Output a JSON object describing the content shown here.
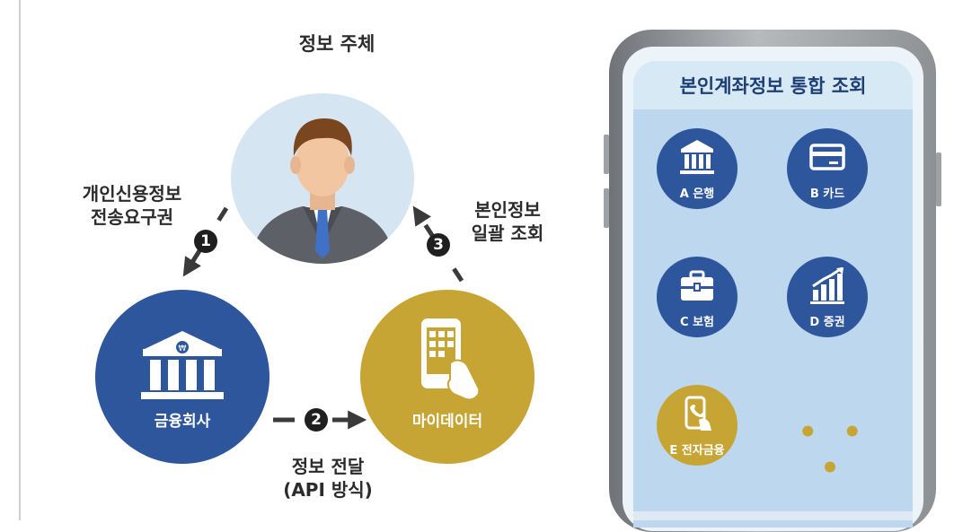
{
  "diagram": {
    "subject_label": "정보 주체",
    "step1": {
      "number": "1",
      "label_line1": "개인신용정보",
      "label_line2": "전송요구권"
    },
    "step2": {
      "number": "2",
      "label_line1": "정보 전달",
      "label_line2": "(API 방식)"
    },
    "step3": {
      "number": "3",
      "label_line1": "본인정보",
      "label_line2": "일괄 조회"
    },
    "financial_company": "금융회사",
    "mydata": "마이데이터"
  },
  "phone": {
    "title": "본인계좌정보 통합 조회",
    "tiles": [
      {
        "label": "A 은행",
        "icon": "bank-icon"
      },
      {
        "label": "B 카드",
        "icon": "credit-card-icon"
      },
      {
        "label": "C 보험",
        "icon": "briefcase-icon"
      },
      {
        "label": "D 증권",
        "icon": "growth-chart-icon"
      },
      {
        "label": "E 전자금융",
        "icon": "mobile-payment-icon"
      }
    ],
    "more": "• • •"
  },
  "colors": {
    "navy": "#2d569c",
    "gold": "#c6a534",
    "light_blue": "#bcd7ee",
    "arrow": "#3a3a3a"
  }
}
